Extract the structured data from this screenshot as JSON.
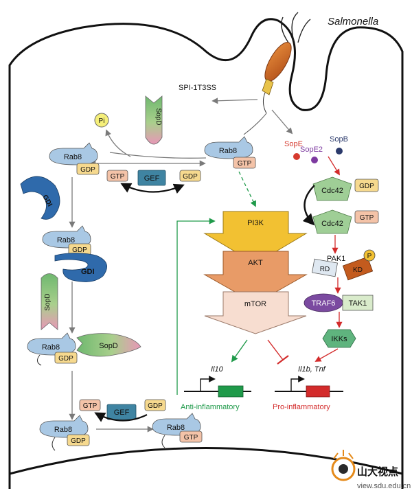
{
  "labels": {
    "salmonella": "Salmonella",
    "spi": "SPI-1T3SS",
    "pi": "Pi",
    "sopd": "SopD",
    "gdi": "GDI",
    "rab8": "Rab8",
    "gdp": "GDP",
    "gtp": "GTP",
    "gef": "GEF",
    "sope": "SopE",
    "sope2": "SopE2",
    "sopb": "SopB",
    "cdc42": "Cdc42",
    "pi3k": "PI3K",
    "akt": "AKT",
    "mtor": "mTOR",
    "pak1": "PAK1",
    "rd": "RD",
    "kd": "KD",
    "p": "P",
    "traf6": "TRAF6",
    "tak1": "TAK1",
    "ikks": "IKKs",
    "il10": "Il10",
    "il1b_tnf": "Il1b, Tnf",
    "anti": "Anti-inflammatory",
    "pro": "Pro-inflammatory",
    "watermark_cn": "山大视点",
    "watermark_url": "view.sdu.edu.cn"
  },
  "colors": {
    "rab8": "#a9c8e4",
    "gdp": "#f6d98e",
    "gtp": "#f4c3a8",
    "gef": "#3f84a2",
    "gdi": "#2f6aab",
    "sopd_green": "#7fc07f",
    "sopd_pink": "#e49ab6",
    "cdc42": "#9fce96",
    "pi3k": "#f2c132",
    "akt": "#e89b67",
    "mtor": "#f7ddd0",
    "kd": "#c35b1e",
    "rd": "#dfe8f1",
    "traf6": "#7b4aa0",
    "tak1": "#d9ebcb",
    "ikks": "#5fb47e",
    "sope": "#d63a2e",
    "sope2": "#7d3aa0",
    "sopb": "#2b3a6b",
    "anti": "#1f9a4a",
    "pro": "#d32b2b"
  }
}
